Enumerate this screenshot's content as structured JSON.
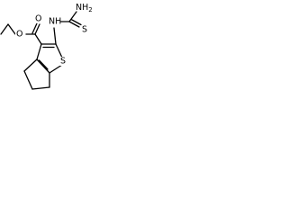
{
  "molecule": {
    "atoms": {
      "amine": "NH",
      "amine_h2": "NH",
      "amine_h2_subscript": "2",
      "thione": "S",
      "thiophene_sulfur": "S",
      "ester_oxygen": "O",
      "carbonyl_oxygen": "O"
    }
  },
  "colors": {
    "bond": "#000000",
    "label": "#000000",
    "background": "#ffffff"
  }
}
